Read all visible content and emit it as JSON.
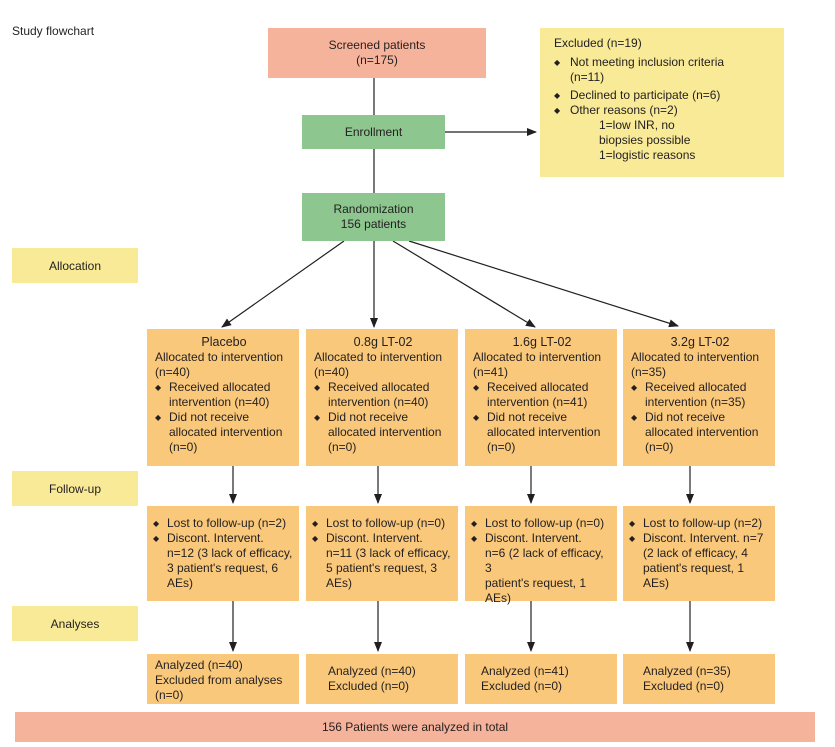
{
  "title": "Study flowchart",
  "screened": {
    "label": "Screened patients",
    "n": "(n=175)"
  },
  "enrollment": "Enrollment",
  "randomization": {
    "label": "Randomization",
    "n": "156 patients"
  },
  "excluded": {
    "header": "Excluded (n=19)",
    "items": [
      {
        "text": "Not meeting inclusion criteria",
        "text2": "(n=11)"
      },
      {
        "text": "Declined to participate (n=6)"
      },
      {
        "text": "Other reasons (n=2)"
      }
    ],
    "sub": [
      "1=low INR, no",
      "biopsies possible",
      "1=logistic reasons"
    ]
  },
  "stages": {
    "allocation": "Allocation",
    "followup": "Follow-up",
    "analyses": "Analyses"
  },
  "arms": [
    {
      "name": "Placebo",
      "allocated": [
        "Allocated to intervention",
        "(n=40)"
      ],
      "received": [
        "Received allocated",
        "intervention (n=40)"
      ],
      "not_received": [
        "Did not receive",
        "allocated intervention",
        "(n=0)"
      ],
      "lost": "Lost to follow-up (n=2)",
      "discont": [
        "Discont. Intervent.",
        "n=12 (3 lack of efficacy,",
        "3 patient's request, 6",
        "AEs)"
      ],
      "analyzed": "Analyzed (n=40)",
      "excluded_lines": [
        "Excluded from analyses",
        "(n=0)"
      ]
    },
    {
      "name": "0.8g LT-02",
      "allocated": [
        "Allocated to intervention",
        "(n=40)"
      ],
      "received": [
        "Received allocated",
        "intervention (n=40)"
      ],
      "not_received": [
        "Did not receive",
        "allocated intervention",
        "(n=0)"
      ],
      "lost": "Lost to follow-up (n=0)",
      "discont": [
        "Discont. Intervent.",
        "n=11 (3 lack of efficacy,",
        "5 patient's request, 3",
        "AEs)"
      ],
      "analyzed": "Analyzed (n=40)",
      "excluded_lines": [
        "Excluded (n=0)"
      ]
    },
    {
      "name": "1.6g LT-02",
      "allocated": [
        "Allocated to intervention",
        "(n=41)"
      ],
      "received": [
        "Received allocated",
        "intervention (n=41)"
      ],
      "not_received": [
        "Did not receive",
        "allocated intervention",
        "(n=0)"
      ],
      "lost": "Lost to follow-up (n=0)",
      "discont": [
        "Discont. Intervent.",
        "n=6 (2 lack of efficacy, 3",
        "patient's request, 1 AEs)"
      ],
      "analyzed": "Analyzed (n=41)",
      "excluded_lines": [
        "Excluded (n=0)"
      ]
    },
    {
      "name": "3.2g LT-02",
      "allocated": [
        "Allocated to intervention",
        "(n=35)"
      ],
      "received": [
        "Received allocated",
        "intervention (n=35)"
      ],
      "not_received": [
        "Did not receive",
        "allocated intervention",
        "(n=0)"
      ],
      "lost": "Lost to follow-up (n=2)",
      "discont": [
        "Discont. Intervent. n=7",
        "(2 lack of efficacy, 4",
        "patient's request, 1 AEs)"
      ],
      "analyzed": "Analyzed (n=35)",
      "excluded_lines": [
        "Excluded (n=0)"
      ]
    }
  ],
  "total": "156 Patients were analyzed in total",
  "colors": {
    "salmon": "#f6b39b",
    "green": "#8dc68e",
    "yellow": "#f8ea96",
    "orange": "#f9c87a",
    "line": "#231f20"
  }
}
